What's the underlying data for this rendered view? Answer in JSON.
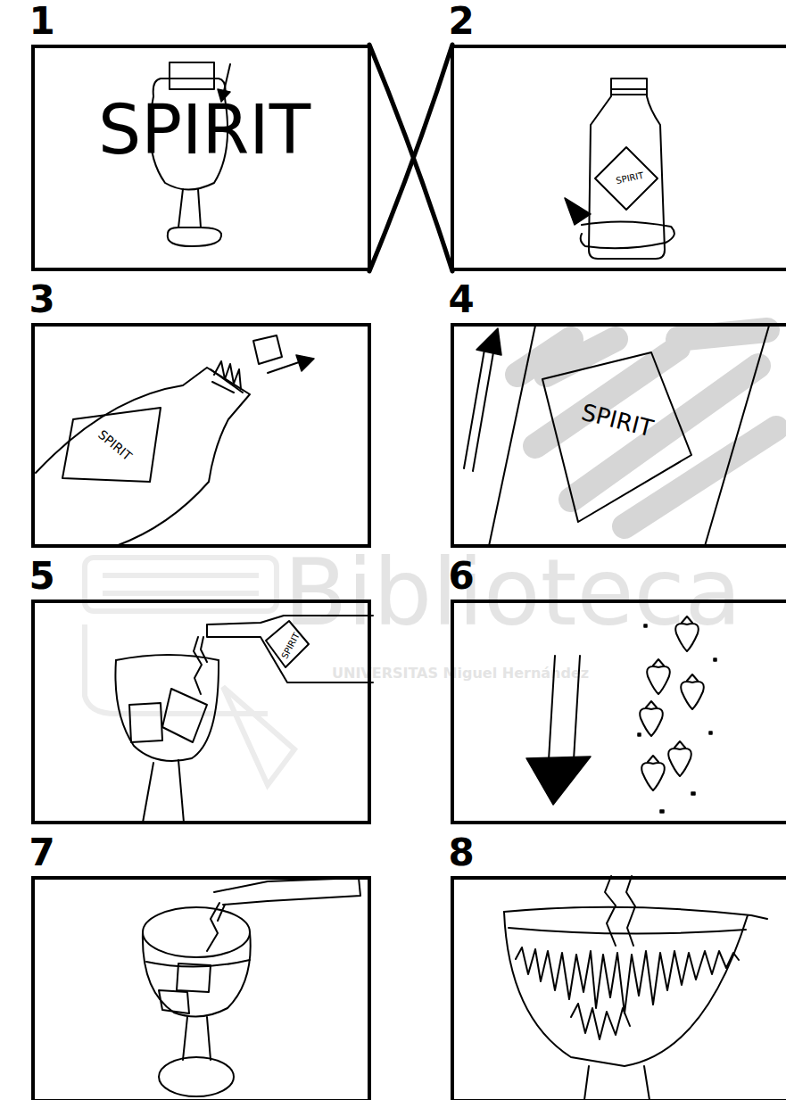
{
  "diagram": {
    "nodes": [
      {
        "text": [
          "1",
          "SPIRIT"
        ]
      },
      {
        "text": [
          "2",
          "SPIRIT"
        ]
      },
      {
        "text": [
          "3",
          "SPIRIT"
        ]
      },
      {
        "text": [
          "4",
          "SPIRIT"
        ]
      },
      {
        "text": [
          "5",
          "SPIRIT"
        ]
      },
      {
        "text": [
          "6"
        ]
      },
      {
        "text": [
          "7"
        ]
      },
      {
        "text": [
          "8"
        ]
      }
    ],
    "edges": [
      {
        "from": 0,
        "to": 1,
        "arrow": "none"
      },
      {
        "from": 0,
        "to": 1,
        "arrow": "none"
      }
    ],
    "labels": [
      "Biblioteca",
      "UNIVERSITAS Miguel Hernández"
    ]
  }
}
